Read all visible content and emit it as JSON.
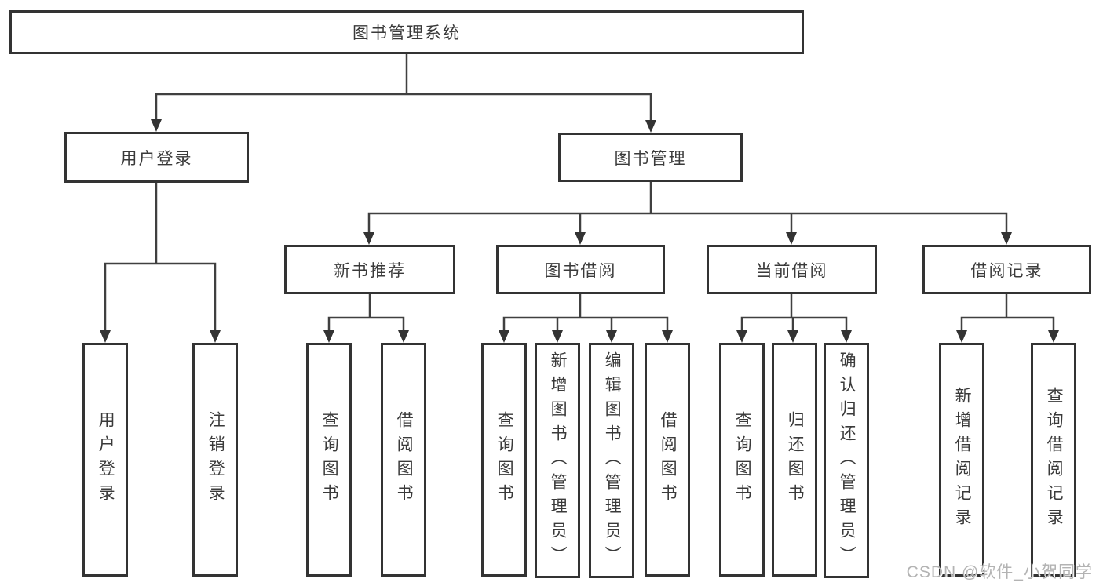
{
  "diagram": {
    "root": {
      "label": "图书管理系统"
    },
    "level2": {
      "user_login": {
        "label": "用户登录"
      },
      "book_management": {
        "label": "图书管理"
      }
    },
    "level3": {
      "new_book_recommend": {
        "label": "新书推荐"
      },
      "book_borrowing": {
        "label": "图书借阅"
      },
      "current_borrowing": {
        "label": "当前借阅"
      },
      "borrowing_records": {
        "label": "借阅记录"
      }
    },
    "leaves": {
      "user_login": {
        "login": "用户登录",
        "logout": "注销登录"
      },
      "new_book_recommend": {
        "query": "查询图书",
        "borrow": "借阅图书"
      },
      "book_borrowing": {
        "query": "查询图书",
        "add": "新增图书（管理员）",
        "edit": "编辑图书（管理员）",
        "borrow": "借阅图书"
      },
      "current_borrowing": {
        "query": "查询图书",
        "return": "归还图书",
        "confirm": "确认归还（管理员）"
      },
      "borrowing_records": {
        "add": "新增借阅记录",
        "query": "查询借阅记录"
      }
    }
  },
  "colors": {
    "line": "#404040",
    "box_border": "#333333",
    "text": "#3a3a3a",
    "watermark": "#b3b3b3",
    "background": "#ffffff"
  },
  "watermark": {
    "text": "CSDN @软件_小贺同学"
  }
}
